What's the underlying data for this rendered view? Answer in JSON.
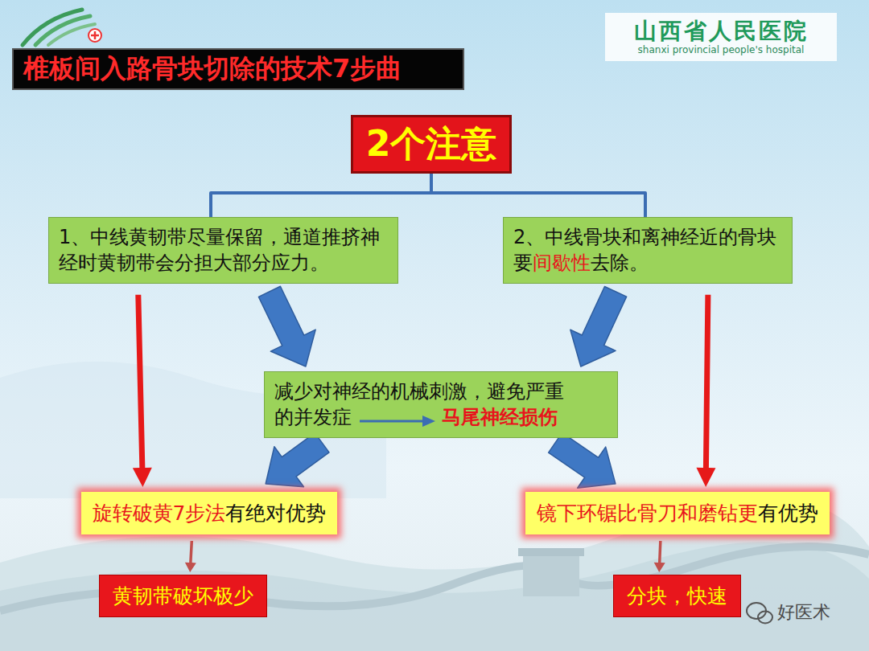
{
  "diagram": {
    "title": "椎板间入路骨块切除的技术7步曲",
    "nodes": [
      {
        "text": [
          "2个注意"
        ]
      },
      {
        "text": [
          "1、中线黄韧带尽量保留，通道推挤神经时黄韧带会分担大部分应力。"
        ]
      },
      {
        "text": [
          "2、中线骨块和离神经近的骨块要间歇性去除。"
        ]
      },
      {
        "text": [
          "减少对神经的机械刺激，避免严重的并发症",
          "马尾神经损伤"
        ]
      },
      {
        "text": [
          "旋转破黄7步法有绝对优势"
        ]
      },
      {
        "text": [
          "镜下环锯比骨刀和磨钻更有优势"
        ]
      },
      {
        "text": [
          "黄韧带破坏极少"
        ]
      },
      {
        "text": [
          "分块，快速"
        ]
      }
    ],
    "edges": [
      {
        "from": 0,
        "to": 1,
        "arrow": "none"
      },
      {
        "from": 0,
        "to": 2,
        "arrow": "none"
      },
      {
        "from": 1,
        "to": 4,
        "arrow": "to"
      },
      {
        "from": 1,
        "to": 3,
        "arrow": "to"
      },
      {
        "from": 2,
        "to": 3,
        "arrow": "to"
      },
      {
        "from": 2,
        "to": 5,
        "arrow": "to"
      },
      {
        "from": 3,
        "to": 4,
        "arrow": "to"
      },
      {
        "from": 3,
        "to": 5,
        "arrow": "to"
      },
      {
        "from": 4,
        "to": 6,
        "arrow": "to"
      },
      {
        "from": 5,
        "to": 7,
        "arrow": "to"
      }
    ],
    "labels": [
      "山西省人民医院",
      "shanxi provincial people's hospital",
      "好医术"
    ]
  }
}
